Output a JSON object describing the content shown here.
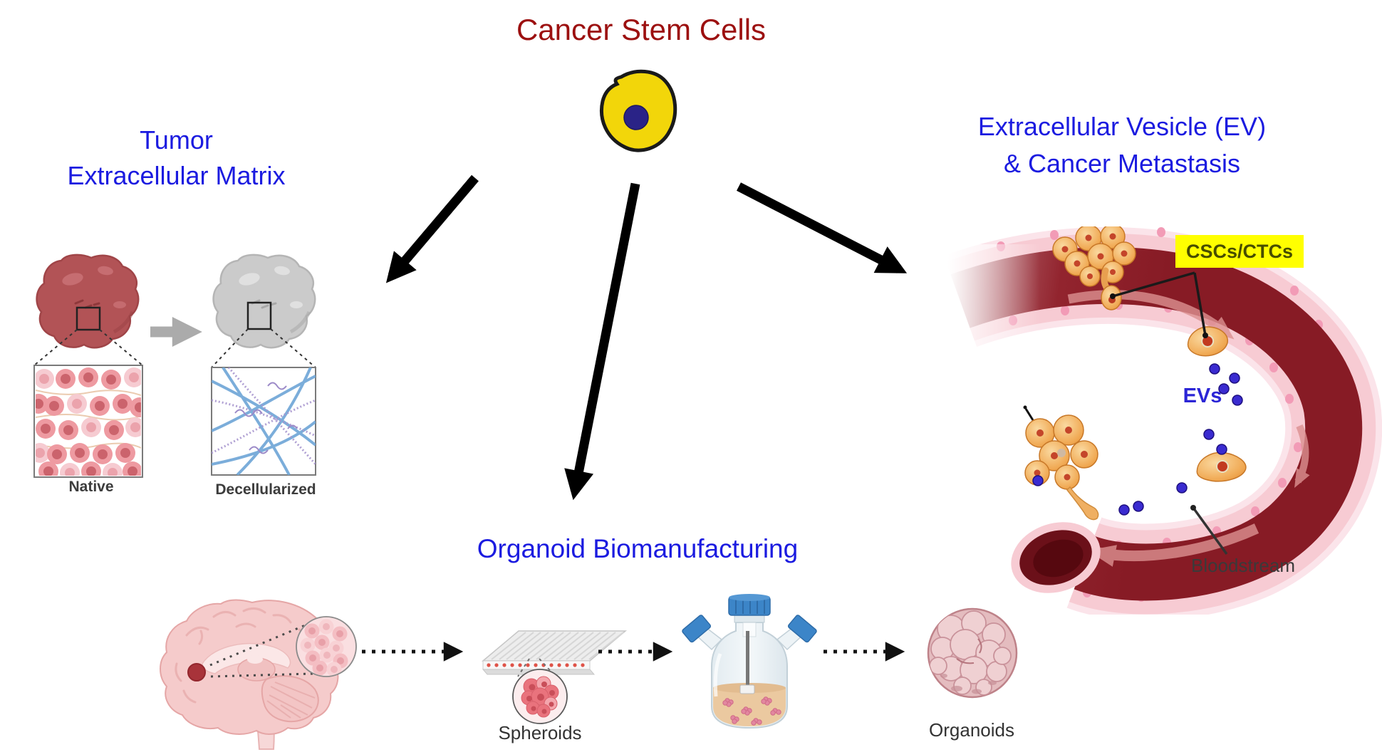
{
  "title": {
    "text": "Cancer Stem Cells"
  },
  "colors": {
    "title_red": "#9C1010",
    "heading_blue": "#1B1BE0",
    "evs_text_blue": "#2B25D6",
    "csc_label_bg": "#FFFF00",
    "csc_label_text": "#474D00",
    "sublabel_gray": "#3C3C3C",
    "cell_yellow": "#F2D60A",
    "nucleus_navy": "#2A2387",
    "vessel_dark_red": "#8C1C26",
    "vessel_wall_pink": "#F7CBD3",
    "ev_dot_blue": "#3A2BD0",
    "ctc_orange": "#F0A852"
  },
  "left_section": {
    "heading_line1": "Tumor",
    "heading_line2": "Extracellular Matrix",
    "native_label": "Native",
    "decellularized_label": "Decellularized"
  },
  "right_section": {
    "heading_line1": "Extracellular Vesicle (EV)",
    "heading_line2": "& Cancer Metastasis",
    "csc_label": "CSCs/CTCs",
    "evs_label": "EVs",
    "bloodstream_label": "Bloodstream"
  },
  "bottom_section": {
    "heading": "Organoid Biomanufacturing",
    "spheroids_label": "Spheroids",
    "organoids_label": "Organoids"
  }
}
